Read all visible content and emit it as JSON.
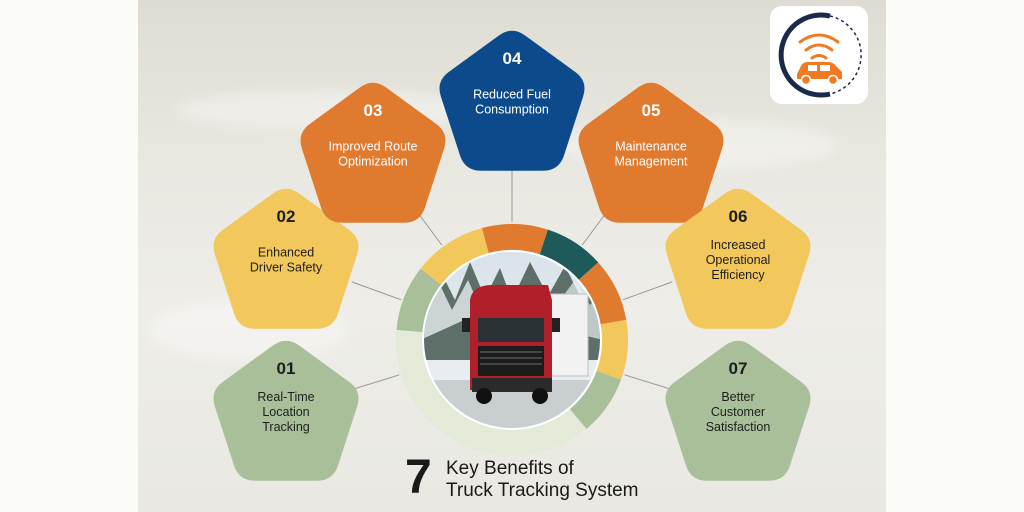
{
  "title": {
    "number": "7",
    "line1": "Key Benefits of",
    "line2": "Truck Tracking System"
  },
  "benefits": [
    {
      "number": "01",
      "lines": [
        "Real-Time",
        "Location",
        "Tracking"
      ],
      "color": "#a8bf9a",
      "text_color": "#1e1e1e"
    },
    {
      "number": "02",
      "lines": [
        "Enhanced",
        "Driver Safety"
      ],
      "color": "#f2c75c",
      "text_color": "#1e1e1e"
    },
    {
      "number": "03",
      "lines": [
        "Improved Route",
        "Optimization"
      ],
      "color": "#e07a2f",
      "text_color": "#ffffff"
    },
    {
      "number": "04",
      "lines": [
        "Reduced Fuel",
        "Consumption"
      ],
      "color": "#0d4a8c",
      "text_color": "#ffffff"
    },
    {
      "number": "05",
      "lines": [
        "Maintenance",
        "Management"
      ],
      "color": "#e07a2f",
      "text_color": "#ffffff"
    },
    {
      "number": "06",
      "lines": [
        "Increased",
        "Operational",
        "Efficiency"
      ],
      "color": "#f2c75c",
      "text_color": "#1e1e1e"
    },
    {
      "number": "07",
      "lines": [
        "Better",
        "Customer",
        "Satisfaction"
      ],
      "color": "#a8bf9a",
      "text_color": "#1e1e1e"
    }
  ],
  "ring_colors": [
    "#a8bf9a",
    "#f2c75c",
    "#e07a2f",
    "#1f5a5a",
    "#e07a2f",
    "#f2c75c",
    "#a8bf9a"
  ],
  "logo": {
    "icon": "car-signal-icon",
    "accent": "#f07a22",
    "ring": "#1b2a4a"
  }
}
